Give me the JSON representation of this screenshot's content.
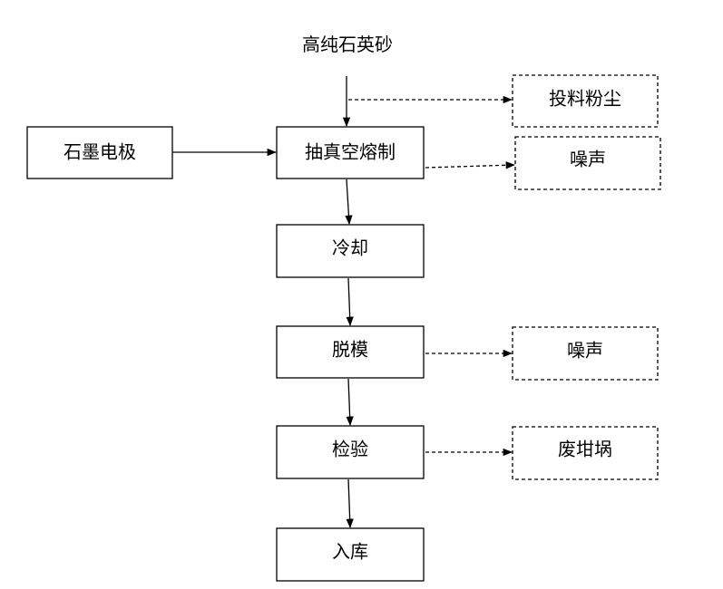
{
  "title": "高纯石英砂",
  "nodes": {
    "graphite_electrode": "石墨电极",
    "vacuum_melting": "抽真空熔制",
    "cooling": "冷却",
    "demolding": "脱模",
    "inspection": "检验",
    "storage": "入库"
  },
  "emissions": {
    "feeding_dust": "投料粉尘",
    "noise_melting": "噪声",
    "noise_demolding": "噪声",
    "waste_crucible": "废坩埚"
  }
}
